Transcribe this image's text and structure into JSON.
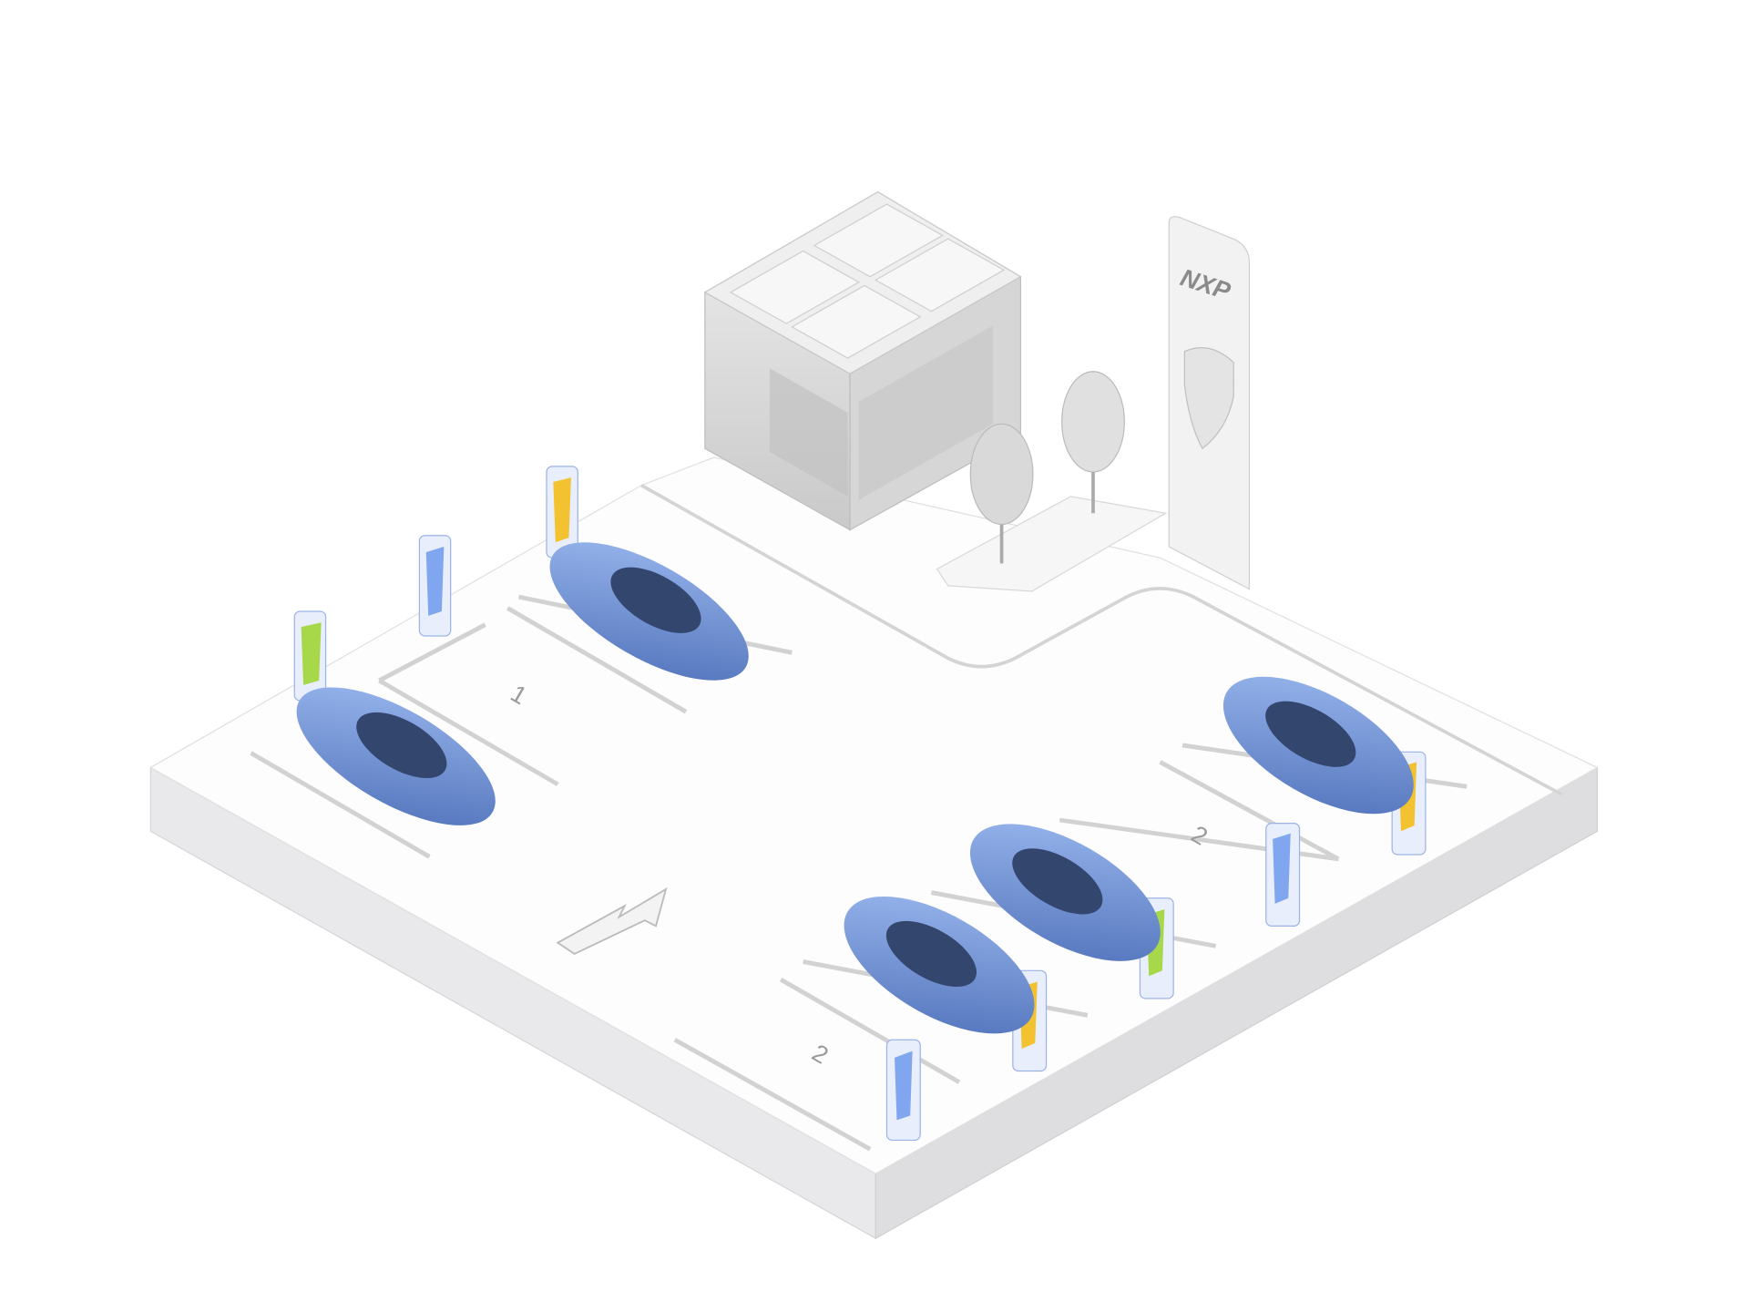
{
  "sign": {
    "logo": "NXP"
  },
  "parking": {
    "bay_labels": [
      "1",
      "2",
      "2"
    ]
  },
  "colors": {
    "car": "#6f97e0",
    "car_dark": "#4d6fb8",
    "charger_green": "#a6d84a",
    "charger_yellow": "#f2c230",
    "charger_blue": "#7fa6ee",
    "ground": "#ffffff",
    "platform_side": "#e8e8ea"
  }
}
